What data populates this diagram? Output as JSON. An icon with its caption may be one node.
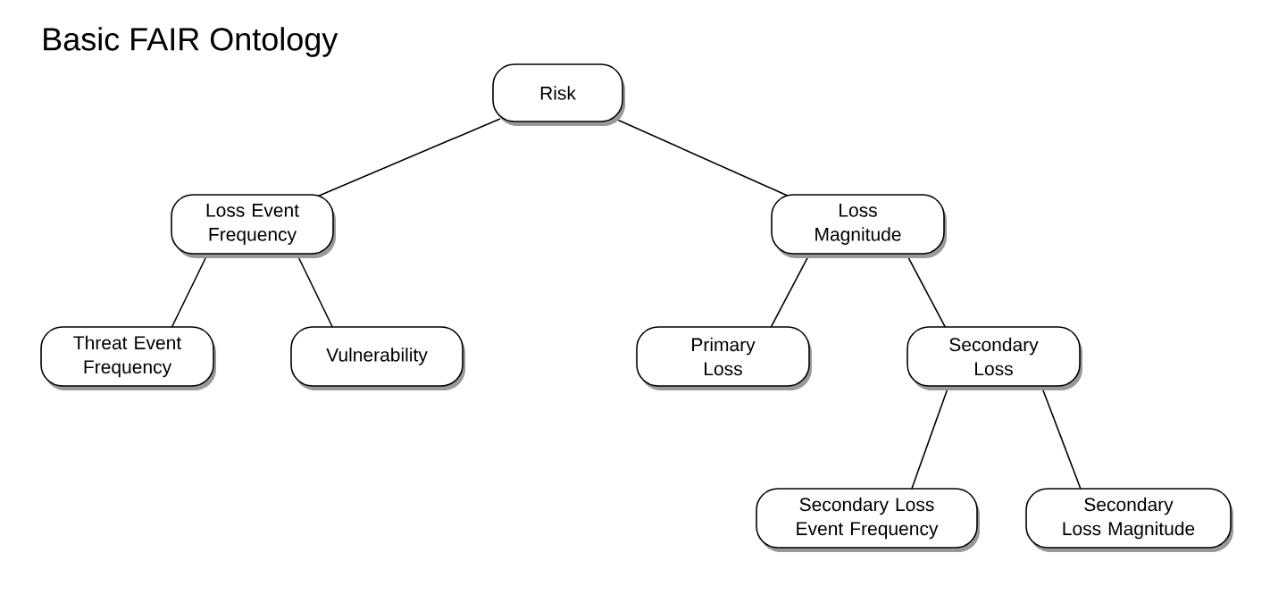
{
  "diagram": {
    "title": "Basic FAIR Ontology",
    "nodes": [
      {
        "text": [
          "Risk"
        ]
      },
      {
        "text": [
          "Loss Event Frequency"
        ]
      },
      {
        "text": [
          "Loss Magnitude"
        ]
      },
      {
        "text": [
          "Threat Event Frequency"
        ]
      },
      {
        "text": [
          "Vulnerability"
        ]
      },
      {
        "text": [
          "Primary Loss"
        ]
      },
      {
        "text": [
          "Secondary Loss"
        ]
      },
      {
        "text": [
          "Secondary Loss Event Frequency"
        ]
      },
      {
        "text": [
          "Secondary Loss Magnitude"
        ]
      }
    ],
    "edges": [
      {
        "from": 0,
        "to": 1,
        "arrow": "none"
      },
      {
        "from": 0,
        "to": 2,
        "arrow": "none"
      },
      {
        "from": 1,
        "to": 3,
        "arrow": "none"
      },
      {
        "from": 1,
        "to": 4,
        "arrow": "none"
      },
      {
        "from": 2,
        "to": 5,
        "arrow": "none"
      },
      {
        "from": 2,
        "to": 6,
        "arrow": "none"
      },
      {
        "from": 6,
        "to": 7,
        "arrow": "none"
      },
      {
        "from": 6,
        "to": 8,
        "arrow": "none"
      }
    ]
  }
}
